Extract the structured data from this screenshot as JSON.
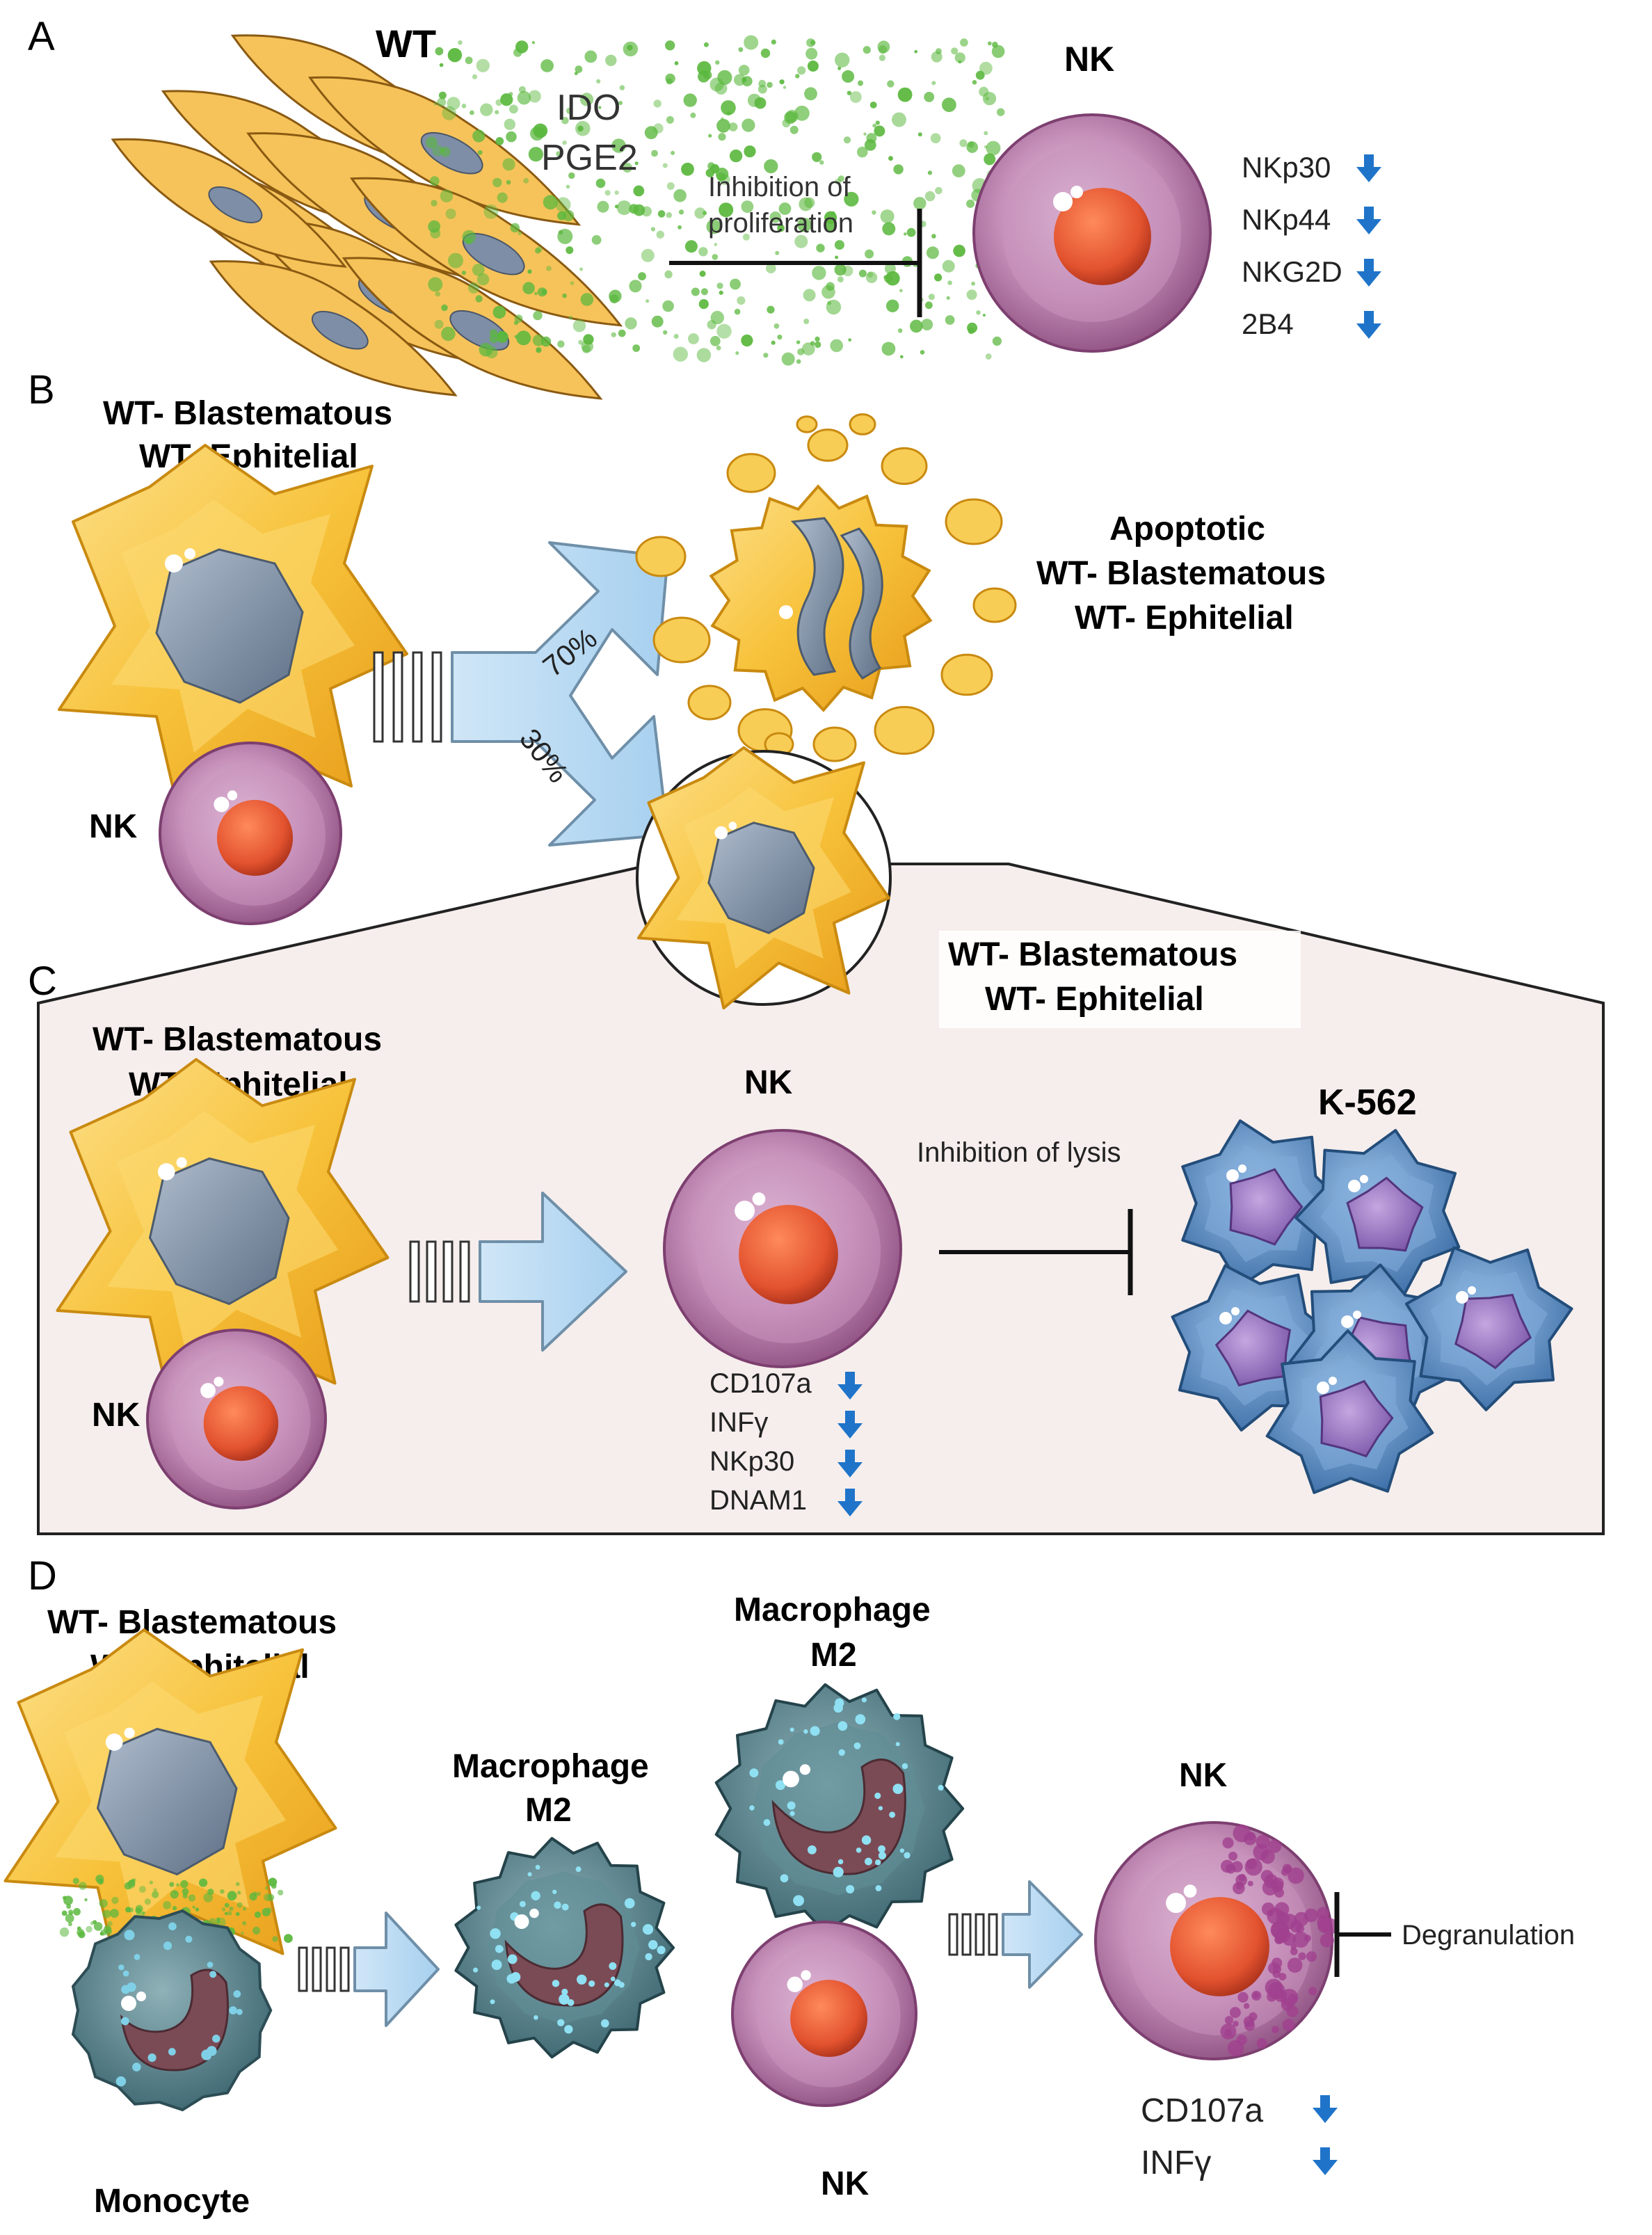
{
  "panels": {
    "a": {
      "letter": "A",
      "wt_label": "WT",
      "nk_label": "NK",
      "factor_1": "IDO",
      "factor_2": "PGE2",
      "inhibition_line_1": "Inhibition  of",
      "inhibition_line_2": "proliferation",
      "markers": [
        "NKp30",
        "NKp44",
        "NKG2D",
        "2B4"
      ]
    },
    "b": {
      "letter": "B",
      "tumor_line_1": "WT- Blastematous",
      "tumor_line_2": "WT- Ephitelial",
      "nk_label": "NK",
      "pct_high": "70%",
      "pct_low": "30%",
      "apoptotic_line_1": "Apoptotic",
      "apoptotic_line_2": "WT- Blastematous",
      "apoptotic_line_3": "WT- Ephitelial",
      "survivor_line_1": "WT- Blastematous",
      "survivor_line_2": "WT- Ephitelial"
    },
    "c": {
      "letter": "C",
      "tumor_line_1": "WT- Blastematous",
      "tumor_line_2": "WT- Ephitelial",
      "nk_left": "NK",
      "nk_center": "NK",
      "inhibition_label": "Inhibition  of lysis",
      "target_label": "K-562",
      "markers": [
        "CD107a",
        "INFγ",
        "NKp30",
        "DNAM1"
      ]
    },
    "d": {
      "letter": "D",
      "tumor_line_1": "WT- Blastematous",
      "tumor_line_2": "WT- Ephitelial",
      "monocyte_label": "Monocyte",
      "mac1_line_1": "Macrophage",
      "mac1_line_2": "M2",
      "mac2_line_1": "Macrophage",
      "mac2_line_2": "M2",
      "nk_below": "NK",
      "nk_final": "NK",
      "degranulation_label": "Degranulation",
      "markers": [
        "CD107a",
        "INFγ"
      ]
    }
  },
  "colors": {
    "tumor_yellow": "#f7c23a",
    "nk_purple": "#b77ea9",
    "nucleus_orange": "#e2522e",
    "arrow_blue": "#b5d8f1",
    "down_arrow": "#1f74c9",
    "k562_blue": "#5b8fc8",
    "macrophage_teal": "#4f7e88",
    "dots_green": "#5bb83e",
    "panel_c_bg": "#f6eeec"
  }
}
